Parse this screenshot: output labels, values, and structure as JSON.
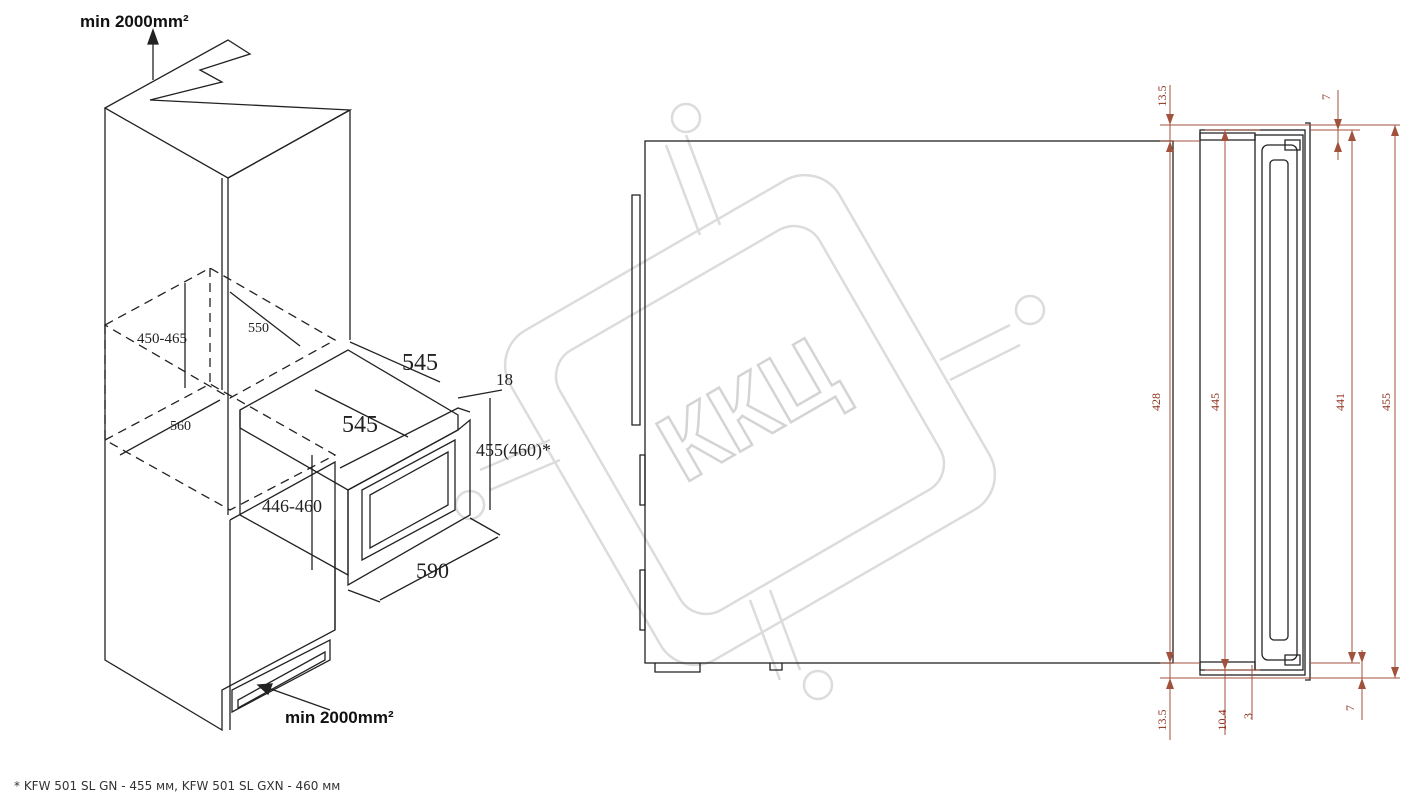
{
  "left_view": {
    "vent_top_label": "min 2000mm²",
    "vent_bottom_label": "min 2000mm²",
    "niche_height": "450-465",
    "niche_depth": "550",
    "niche_width": "560",
    "appliance_depth_top": "545",
    "appliance_depth_side": "545",
    "front_offset": "18",
    "appliance_height": "455(460)*",
    "front_height": "446-460",
    "appliance_width": "590"
  },
  "right_view": {
    "dim_top_gap": "13.5",
    "dim_top_front": "7",
    "dim_body_height": "428",
    "dim_door_inner": "445",
    "dim_door_outer": "441",
    "dim_total": "455",
    "dim_bottom_gap": "13.5",
    "dim_bottom_step": "10.4",
    "dim_bottom_small": "3",
    "dim_bottom_front": "7"
  },
  "watermark": {
    "text": "ККЦ"
  },
  "footnote": "* KFW 501 SL GN - 455 мм, KFW 501 SL GXN - 460 мм",
  "colors": {
    "line": "#222222",
    "dimension": "#8b2e1a",
    "watermark": "#d9d9d9"
  }
}
